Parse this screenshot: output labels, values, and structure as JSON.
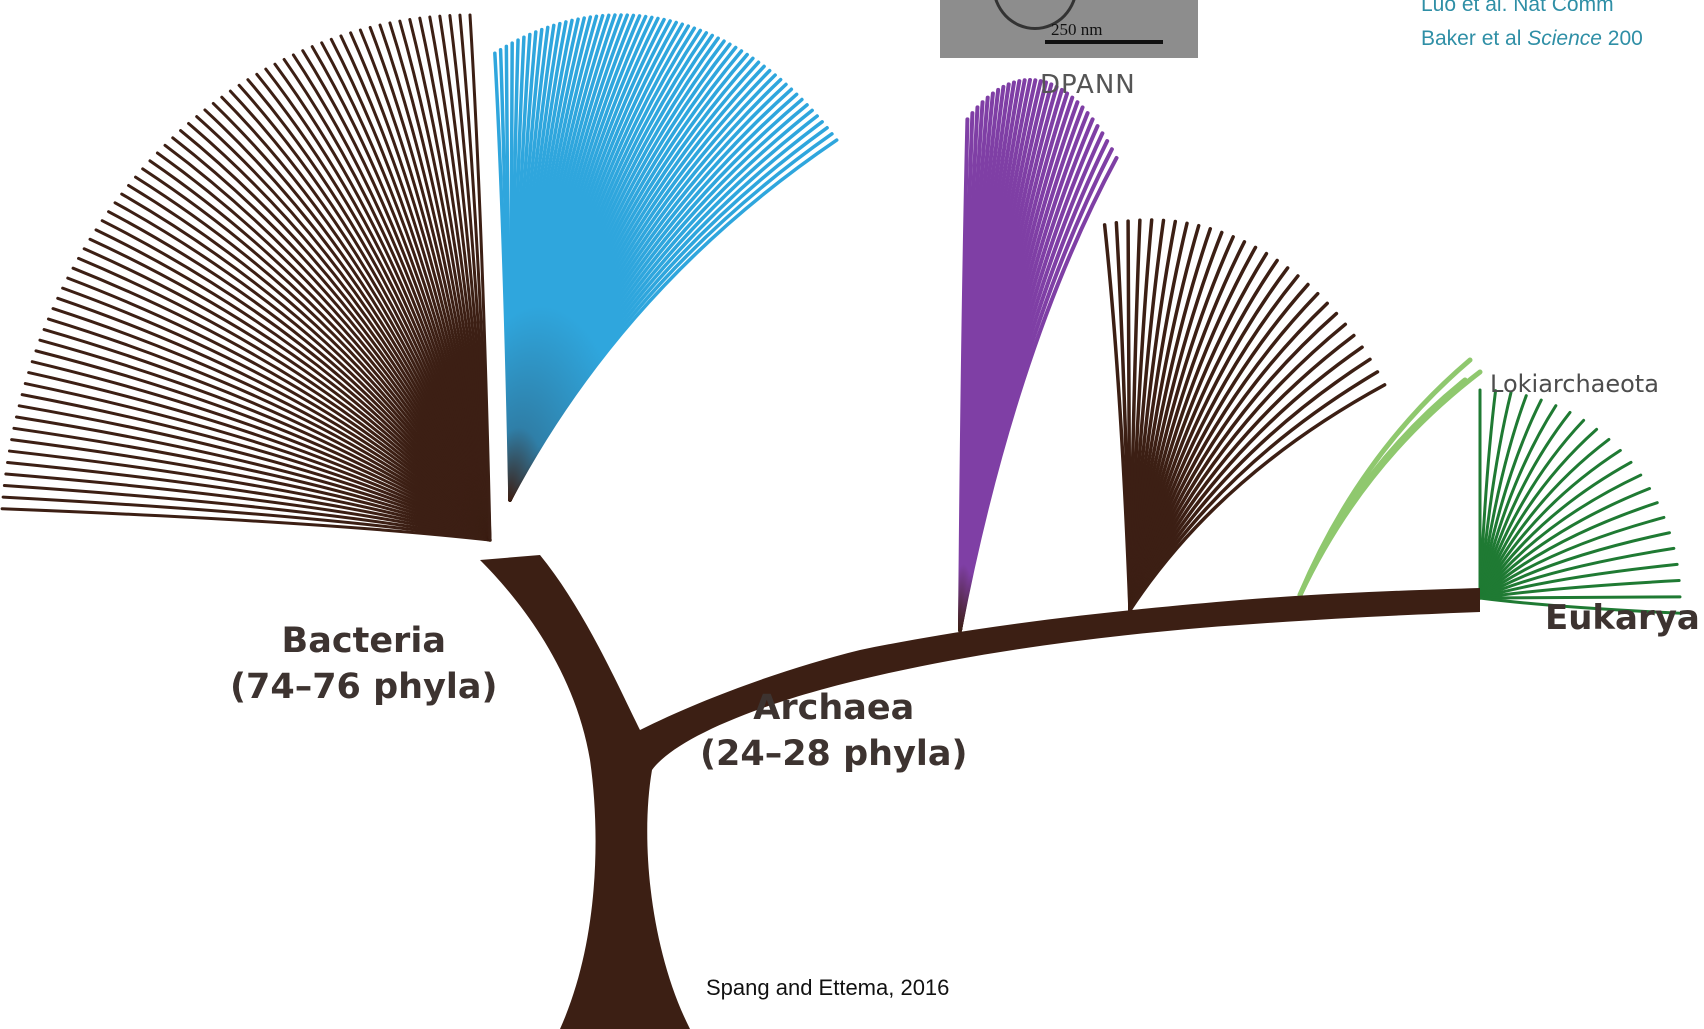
{
  "colors": {
    "trunk": "#3c1f14",
    "bacteria_branches": "#3c1f14",
    "cpr_branches": "#2fa6dd",
    "dpann_branches": "#7f3fa5",
    "other_archaea": "#3c1f14",
    "lokiarchaeota": "#8fc86e",
    "eukarya": "#1f7a33",
    "references": "#2f8fa6"
  },
  "labels": {
    "bacteria_line1": "Bacteria",
    "bacteria_line2": "(74–76 phyla)",
    "archaea_line1": "Archaea",
    "archaea_line2": "(24–28 phyla)",
    "eukarya": "Eukarya",
    "lokiarchaeota": "Lokiarchaeota",
    "dpann": "DPANN",
    "credit": "Spang and Ettema, 2016"
  },
  "references": {
    "line1": "Luo et al. Nat Comm",
    "line2_prefix": "Baker et al ",
    "line2_journal": "Science",
    "line2_suffix": " 200"
  },
  "micrograph": {
    "scale_label": "250 nm"
  }
}
